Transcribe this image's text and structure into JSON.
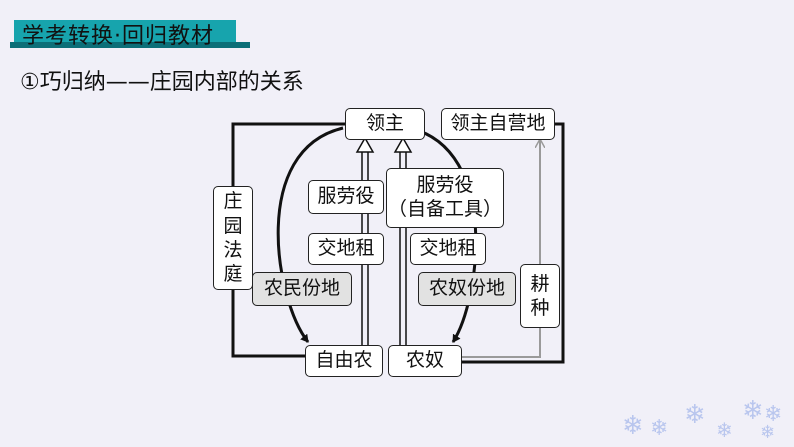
{
  "header": {
    "title": "学考转换·回归教材"
  },
  "section": {
    "heading": "①巧归纳——庄园内部的关系"
  },
  "nodes": {
    "lord": "领主",
    "demesne": "领主自营地",
    "court": [
      "庄",
      "园",
      "法",
      "庭"
    ],
    "free_labor": "服劳役",
    "serf_labor": [
      "服劳役",
      "（自备工具）"
    ],
    "free_rent": "交地租",
    "serf_rent": "交地租",
    "free_land": "农民份地",
    "serf_land": "农奴份地",
    "farming": [
      "耕",
      "种"
    ],
    "freeman": "自由农",
    "serf": "农奴"
  },
  "colors": {
    "background": "#f1f0f8",
    "header_band": "#17a4ad",
    "shaded_box": "#e2e2e2",
    "line": "#111111",
    "gray_arrow": "#9a9a9a",
    "snowflake": "#b9c6ee"
  },
  "decor": {
    "snowflake_icon": "❄"
  }
}
